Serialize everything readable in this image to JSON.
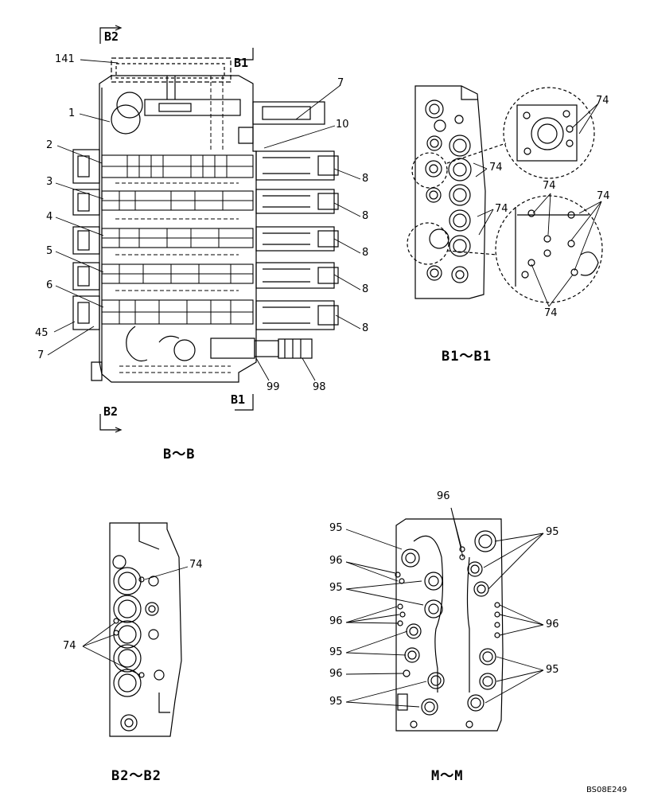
{
  "views": {
    "bb": {
      "caption": "B～B",
      "section_marks": [
        "B2",
        "B1",
        "B2",
        "B1"
      ],
      "callouts": [
        "141",
        "1",
        "2",
        "3",
        "4",
        "5",
        "6",
        "45",
        "7",
        "7",
        "10",
        "8",
        "8",
        "8",
        "8",
        "8",
        "99",
        "98"
      ]
    },
    "b1": {
      "caption": "B1～B1",
      "callouts": [
        "74",
        "74",
        "74",
        "74",
        "74",
        "74"
      ]
    },
    "b2": {
      "caption": "B2～B2",
      "callouts": [
        "74",
        "74"
      ]
    },
    "mm": {
      "caption": "M～M",
      "callouts_left": [
        "95",
        "96",
        "95",
        "96",
        "95",
        "96",
        "95"
      ],
      "callouts_right": [
        "96",
        "95",
        "96",
        "95"
      ]
    }
  },
  "drawing_code": "BS08E249"
}
